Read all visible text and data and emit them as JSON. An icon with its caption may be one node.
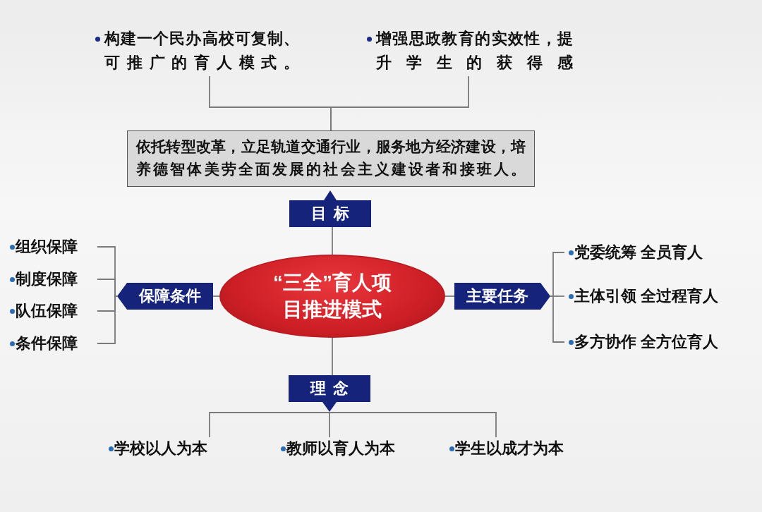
{
  "diagram": {
    "nodes": [
      {
        "text": [
          "构建一个民办高校可复制、可推广的育人模式。"
        ]
      },
      {
        "text": [
          "增强思政教育的实效性，提升学生的获得感"
        ]
      },
      {
        "text": [
          "依托转型改革，立足轨道交通行业，服务地方经济建设，培养德智体美劳全面发展的社会主义建设者和接班人。"
        ]
      },
      {
        "text": [
          "目标"
        ]
      },
      {
        "text": [
          "“三全”育人项目推进模式"
        ]
      },
      {
        "text": [
          "保障条件"
        ]
      },
      {
        "text": [
          "组织保障"
        ]
      },
      {
        "text": [
          "制度保障"
        ]
      },
      {
        "text": [
          "队伍保障"
        ]
      },
      {
        "text": [
          "条件保障"
        ]
      },
      {
        "text": [
          "主要任务"
        ]
      },
      {
        "text": [
          "党委统筹 全员育人"
        ]
      },
      {
        "text": [
          "主体引领 全过程育人"
        ]
      },
      {
        "text": [
          "多方协作 全方位育人"
        ]
      },
      {
        "text": [
          "理念"
        ]
      },
      {
        "text": [
          "学校以人为本"
        ]
      },
      {
        "text": [
          "教师以育人为本"
        ]
      },
      {
        "text": [
          "学生以成才为本"
        ]
      }
    ],
    "edges": [
      {
        "from": 2,
        "to": 0,
        "arrow": "none"
      },
      {
        "from": 2,
        "to": 1,
        "arrow": "none"
      },
      {
        "from": 4,
        "to": 3,
        "arrow": "none"
      },
      {
        "from": 4,
        "to": 5,
        "arrow": "none"
      },
      {
        "from": 5,
        "to": 6,
        "arrow": "none"
      },
      {
        "from": 5,
        "to": 7,
        "arrow": "none"
      },
      {
        "from": 5,
        "to": 8,
        "arrow": "none"
      },
      {
        "from": 5,
        "to": 9,
        "arrow": "none"
      },
      {
        "from": 4,
        "to": 10,
        "arrow": "none"
      },
      {
        "from": 10,
        "to": 11,
        "arrow": "none"
      },
      {
        "from": 10,
        "to": 12,
        "arrow": "none"
      },
      {
        "from": 10,
        "to": 13,
        "arrow": "none"
      },
      {
        "from": 4,
        "to": 14,
        "arrow": "none"
      },
      {
        "from": 14,
        "to": 15,
        "arrow": "none"
      },
      {
        "from": 14,
        "to": 16,
        "arrow": "none"
      },
      {
        "from": 14,
        "to": 17,
        "arrow": "none"
      }
    ]
  }
}
